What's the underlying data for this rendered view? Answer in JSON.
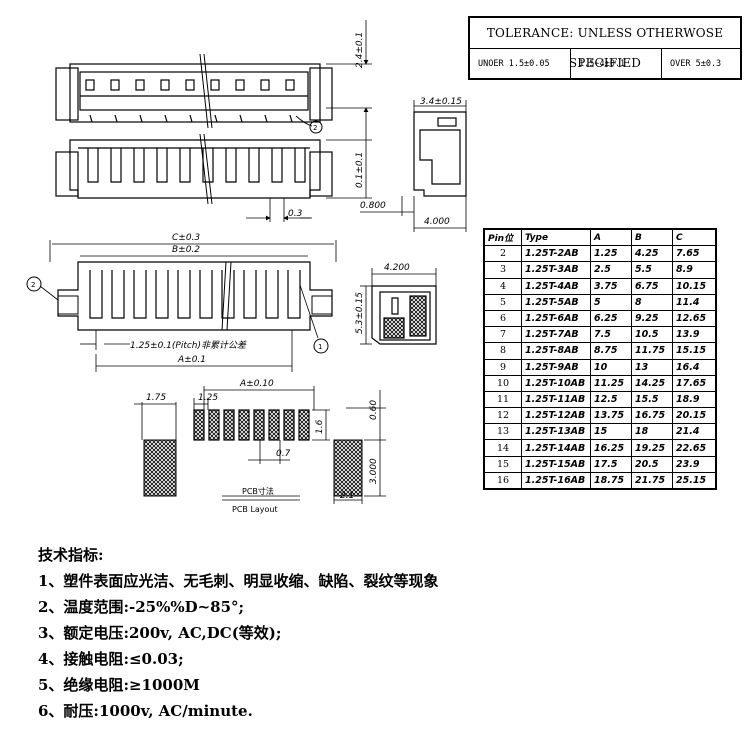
{
  "tolerance": {
    "title": "TOLERANCE: UNLESS OTHERWOSE SPECIFIED",
    "under": "UNOER 1.5±0.05",
    "mid": "1.5~4±0.1",
    "over": "OVER 5±0.3"
  },
  "dimensions": {
    "d_2_4": "2.4±0.1",
    "d_0_1": "0.1±0.1",
    "d_3_4": "3.4±0.15",
    "d_0_3": "0.3",
    "d_0_800": "0.800",
    "d_4_000": "4.000",
    "d_C": "C±0.3",
    "d_B": "B±0.2",
    "d_4_200": "4.200",
    "d_5_3": "5.3±0.15",
    "d_pitch": "1.25±0.1(Pitch)非累计公差",
    "d_A": "A±0.1",
    "d_A10": "A±0.10",
    "d_1_75": "1.75",
    "d_1_25": "1.25",
    "d_0_60": "0.60",
    "d_1_6": "1.6",
    "d_0_7": "0.7",
    "d_3_000": "3.000",
    "d_2_1": "2.1",
    "pcb_cn": "PCB寸法",
    "pcb_en": "PCB Layout",
    "callout_1": "1",
    "callout_2": "2"
  },
  "table": {
    "headers": [
      "Pin位",
      "Type",
      "A",
      "B",
      "C"
    ],
    "rows": [
      [
        "2",
        "1.25T-2AB",
        "1.25",
        "4.25",
        "7.65"
      ],
      [
        "3",
        "1.25T-3AB",
        "2.5",
        "5.5",
        "8.9"
      ],
      [
        "4",
        "1.25T-4AB",
        "3.75",
        "6.75",
        "10.15"
      ],
      [
        "5",
        "1.25T-5AB",
        "5",
        "8",
        "11.4"
      ],
      [
        "6",
        "1.25T-6AB",
        "6.25",
        "9.25",
        "12.65"
      ],
      [
        "7",
        "1.25T-7AB",
        "7.5",
        "10.5",
        "13.9"
      ],
      [
        "8",
        "1.25T-8AB",
        "8.75",
        "11.75",
        "15.15"
      ],
      [
        "9",
        "1.25T-9AB",
        "10",
        "13",
        "16.4"
      ],
      [
        "10",
        "1.25T-10AB",
        "11.25",
        "14.25",
        "17.65"
      ],
      [
        "11",
        "1.25T-11AB",
        "12.5",
        "15.5",
        "18.9"
      ],
      [
        "12",
        "1.25T-12AB",
        "13.75",
        "16.75",
        "20.15"
      ],
      [
        "13",
        "1.25T-13AB",
        "15",
        "18",
        "21.4"
      ],
      [
        "14",
        "1.25T-14AB",
        "16.25",
        "19.25",
        "22.65"
      ],
      [
        "15",
        "1.25T-15AB",
        "17.5",
        "20.5",
        "23.9"
      ],
      [
        "16",
        "1.25T-16AB",
        "18.75",
        "21.75",
        "25.15"
      ]
    ]
  },
  "specs": {
    "title": "技术指标:",
    "items": [
      "1、塑件表面应光洁、无毛刺、明显收缩、缺陷、裂纹等现象",
      "2、温度范围:-25%%D~85°;",
      "3、额定电压:200v, AC,DC(等效);",
      "4、接触电阻:≤0.03;",
      "5、绝缘电阻:≥1000M",
      "6、耐压:1000v, AC/minute."
    ]
  }
}
